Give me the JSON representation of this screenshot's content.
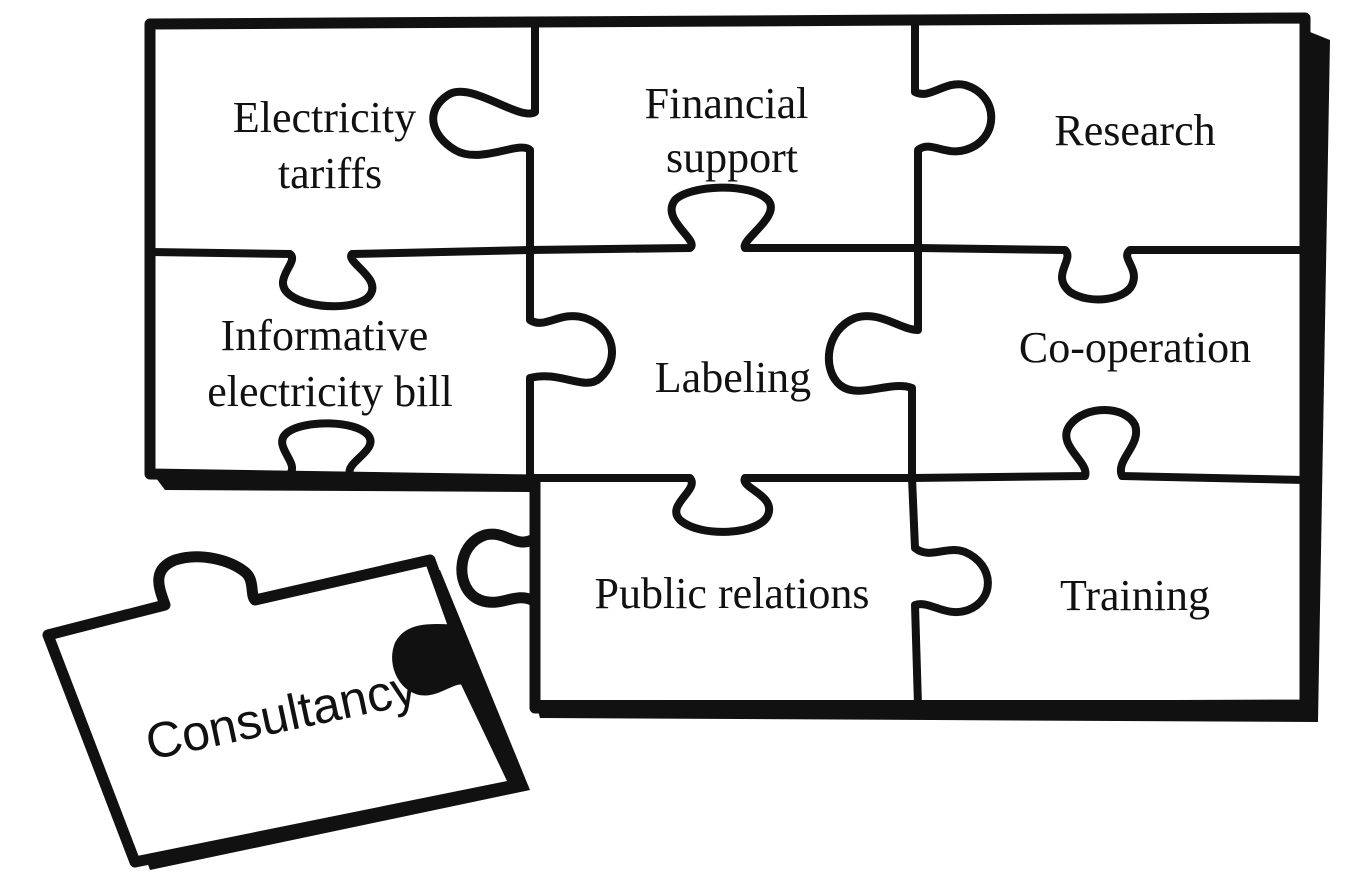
{
  "pieces": [
    {
      "id": "electricity-tariffs",
      "lines": [
        "Electricity",
        "tariffs"
      ]
    },
    {
      "id": "financial-support",
      "lines": [
        "Financial",
        "support"
      ]
    },
    {
      "id": "research",
      "lines": [
        "Research"
      ]
    },
    {
      "id": "informative-electricity-bill",
      "lines": [
        "Informative",
        "electricity bill"
      ]
    },
    {
      "id": "labeling",
      "lines": [
        "Labeling"
      ]
    },
    {
      "id": "co-operation",
      "lines": [
        "Co-operation"
      ]
    },
    {
      "id": "public-relations",
      "lines": [
        "Public relations"
      ]
    },
    {
      "id": "training",
      "lines": [
        "Training"
      ]
    }
  ],
  "loose_piece": {
    "label": "Consultancy"
  }
}
